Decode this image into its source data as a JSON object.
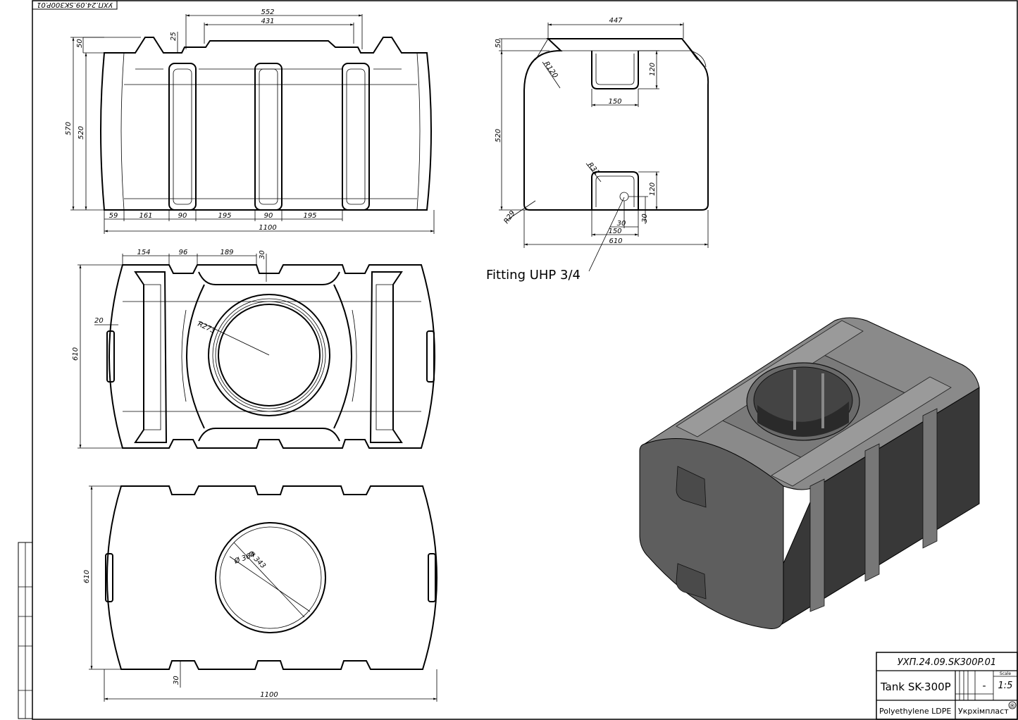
{
  "drawing": {
    "code": "УХП.24.09.SK300P.01",
    "code_mirrored": "УХП.24.09.SK300P.01",
    "title": "Tank SK-300P",
    "material": "Polyethylene LDPE",
    "company": "Укрхімпласт",
    "registered_mark": "®",
    "scale_label": "Scale",
    "scale_value": "1:5",
    "sheet_mark": "-"
  },
  "callouts": {
    "fitting": "Fitting UHP 3/4"
  },
  "front_view": {
    "top_552": "552",
    "top_431": "431",
    "dim_25": "25",
    "dim_50": "50",
    "dim_570": "570",
    "dim_520": "520",
    "bottom": [
      "59",
      "161",
      "90",
      "195",
      "90",
      "195"
    ],
    "overall": "1100"
  },
  "side_view": {
    "top_447": "447",
    "dim_50": "50",
    "dim_520": "520",
    "r120": "R120",
    "dim_120_top": "120",
    "dim_150_top": "150",
    "r31": "R31",
    "dim_120_bottom": "120",
    "r29": "R29",
    "dim_30_a": "30",
    "dim_30_b": "30",
    "dim_150_bottom": "150",
    "overall": "610"
  },
  "top_view": {
    "top_dims": [
      "154",
      "96",
      "189"
    ],
    "dim_30": "30",
    "dim_20": "20",
    "dim_610": "610",
    "r273": "R273"
  },
  "bottom_view": {
    "d343": "Ø 343",
    "d364": "Ø 364",
    "dim_610": "610",
    "dim_30": "30",
    "overall": "1100"
  },
  "colors": {
    "line": "#000000",
    "tank_dark": "#3a3a3a",
    "tank_mid": "#6a6a6a",
    "tank_light": "#9a9a9a"
  }
}
